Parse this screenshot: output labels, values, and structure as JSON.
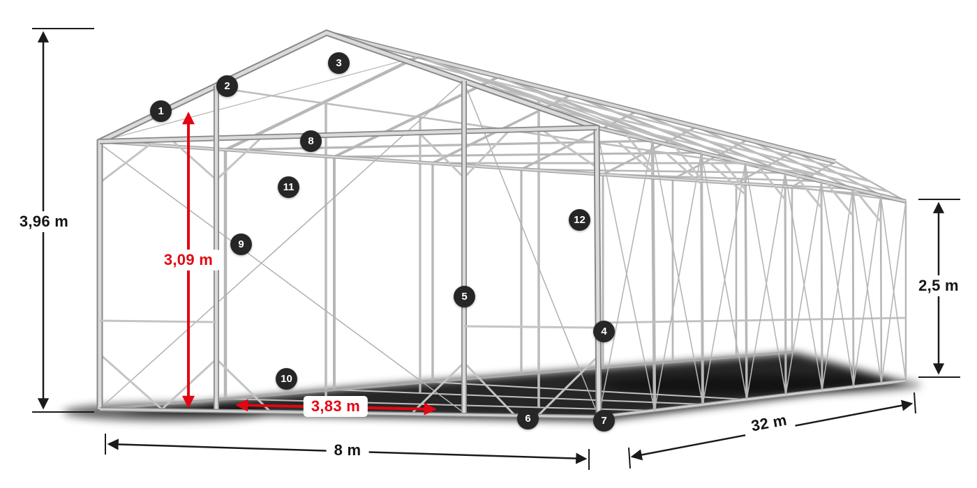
{
  "diagram": {
    "type": "tent-hall-steel-frame-construction",
    "badges": [
      "1",
      "2",
      "3",
      "4",
      "5",
      "6",
      "7",
      "8",
      "9",
      "10",
      "11",
      "12"
    ],
    "dimensions": {
      "total_height": "3,96 m",
      "inner_height": "3,09 m",
      "side_wall_height": "2,5 m",
      "front_width": "8 m",
      "side_length": "32 m",
      "entrance_width": "3,83 m"
    },
    "colors": {
      "frame_light": "#d7d7d7",
      "frame_mid": "#b7b7b7",
      "frame_dark": "#8d8d8d",
      "dimension_line": "#1a1a1a",
      "accent_red": "#e30613",
      "badge_background": "#262626",
      "badge_text": "#ffffff"
    }
  }
}
